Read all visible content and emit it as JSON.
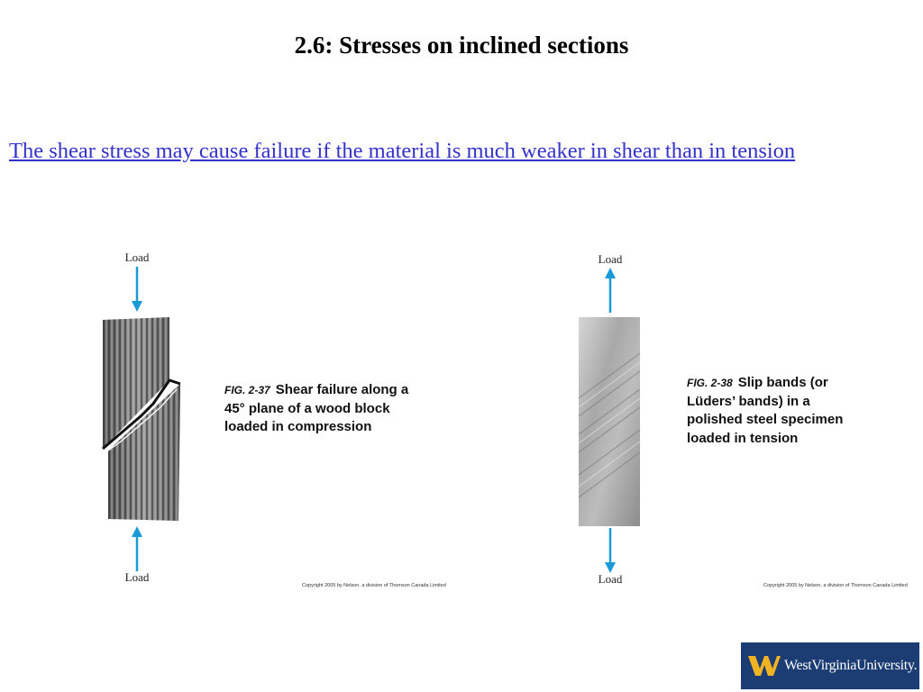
{
  "slide": {
    "title": "2.6: Stresses on inclined sections",
    "subtitle": "The shear stress may cause failure if the material is much weaker in shear than in tension"
  },
  "figure_left": {
    "load_top": "Load",
    "load_bottom": "Load",
    "fig_label": "FIG. 2-37",
    "caption": "Shear failure along a 45° plane of a wood block loaded in compression",
    "copyright": "Copyright 2005 by Nelson, a division of Thomson Canada Limited"
  },
  "figure_right": {
    "load_top": "Load",
    "load_bottom": "Load",
    "fig_label": "FIG. 2-38",
    "caption": "Slip bands (or Lüders’ bands) in a polished steel specimen loaded in tension",
    "copyright": "Copyright 2005 by Nelson, a division of Thomson Canada Limited"
  },
  "logo": {
    "text": "WestVirginiaUniversity."
  },
  "colors": {
    "subtitle": "#3333cc",
    "arrow": "#1a9ad6",
    "logo_bg": "#1c3c74",
    "logo_mark": "#f0b323"
  },
  "icons": [
    "wvu-flying-wv-logo",
    "arrow-down-icon",
    "arrow-up-icon"
  ]
}
